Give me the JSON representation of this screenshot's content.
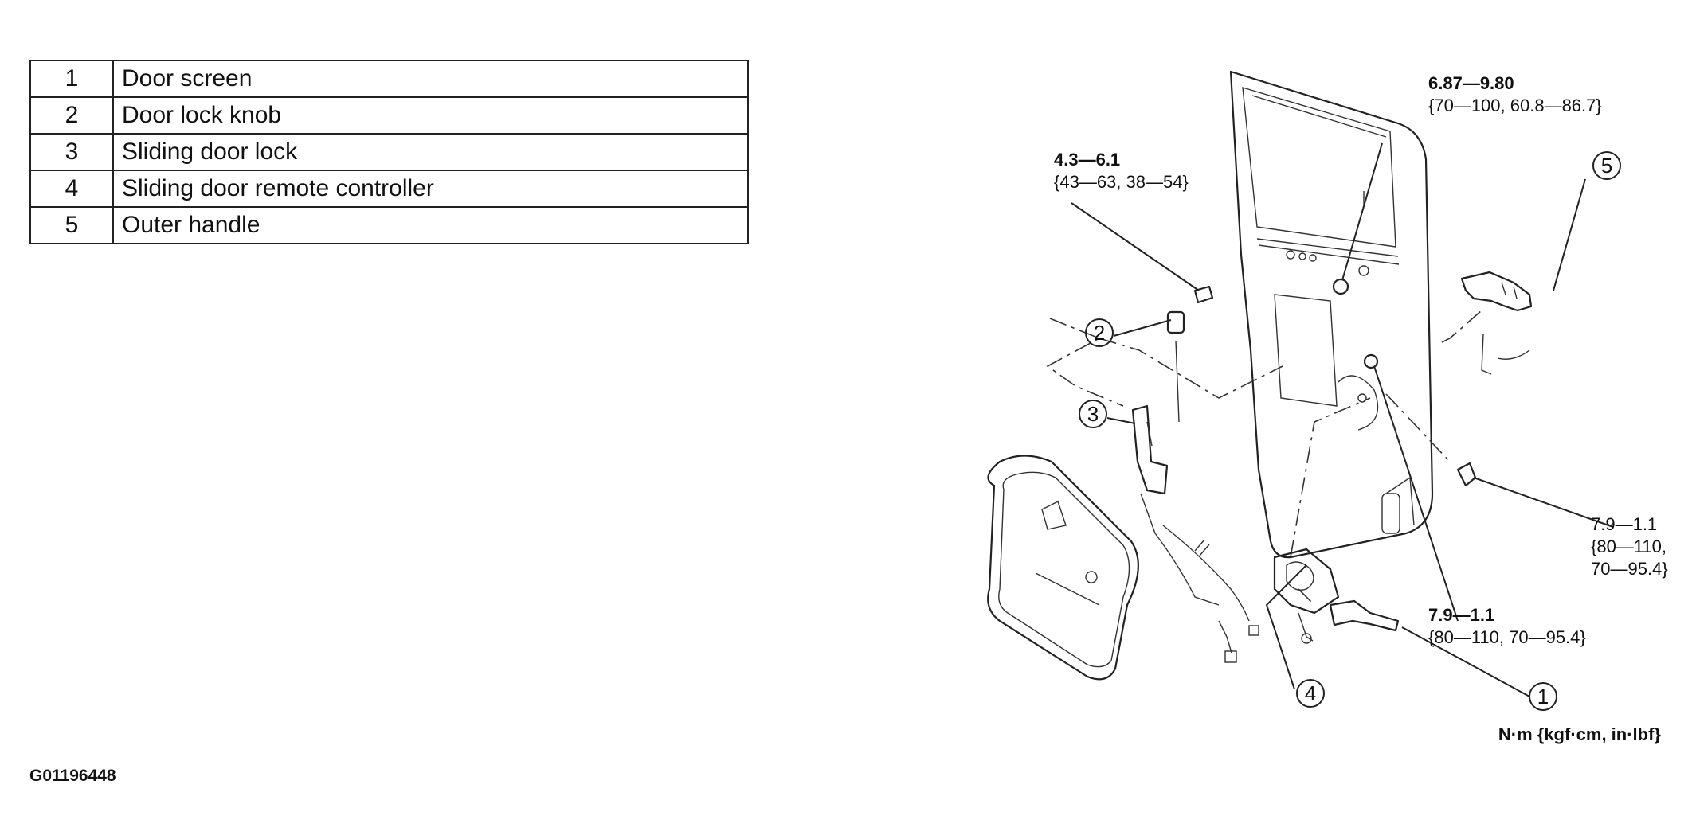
{
  "parts_table": [
    {
      "num": "1",
      "name": "Door screen"
    },
    {
      "num": "2",
      "name": "Door lock knob"
    },
    {
      "num": "3",
      "name": "Sliding door lock"
    },
    {
      "num": "4",
      "name": "Sliding door remote controller"
    },
    {
      "num": "5",
      "name": "Outer handle"
    }
  ],
  "figure_code": "G01196448",
  "callouts": [
    "1",
    "2",
    "3",
    "4",
    "5"
  ],
  "torques": {
    "t1_line1": "4.3—6.1",
    "t1_line2": "{43—63, 38—54}",
    "t2_line1": "6.87—9.80",
    "t2_line2": "{70—100, 60.8—86.7}",
    "t3_line1": "7.9—1.1",
    "t3_line2": "{80—110,",
    "t3_line3": "70—95.4}",
    "t4_line1": "7.9—1.1",
    "t4_line2": "{80—110, 70—95.4}"
  },
  "unit_label": "N·m {kgf·cm, in·lbf}"
}
